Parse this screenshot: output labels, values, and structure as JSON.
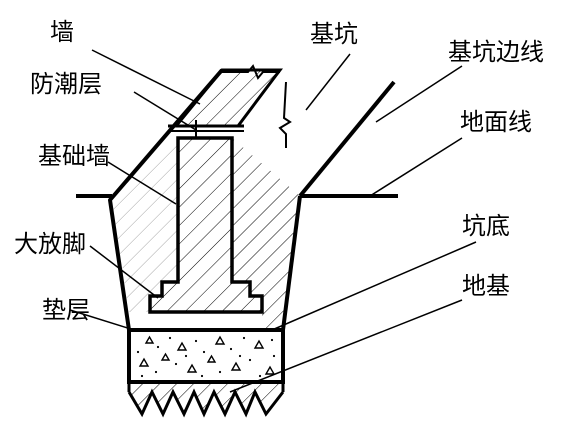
{
  "labels": {
    "wall": "墙",
    "pit": "基坑",
    "pit_edge": "基坑边线",
    "damp_proof_course": "防潮层",
    "ground_line": "地面线",
    "foundation_wall": "基础墙",
    "pit_bottom": "坑底",
    "footing_step": "大放脚",
    "foundation_soil": "地基",
    "cushion": "垫层"
  },
  "colors": {
    "line": "#000000",
    "background": "#ffffff"
  }
}
